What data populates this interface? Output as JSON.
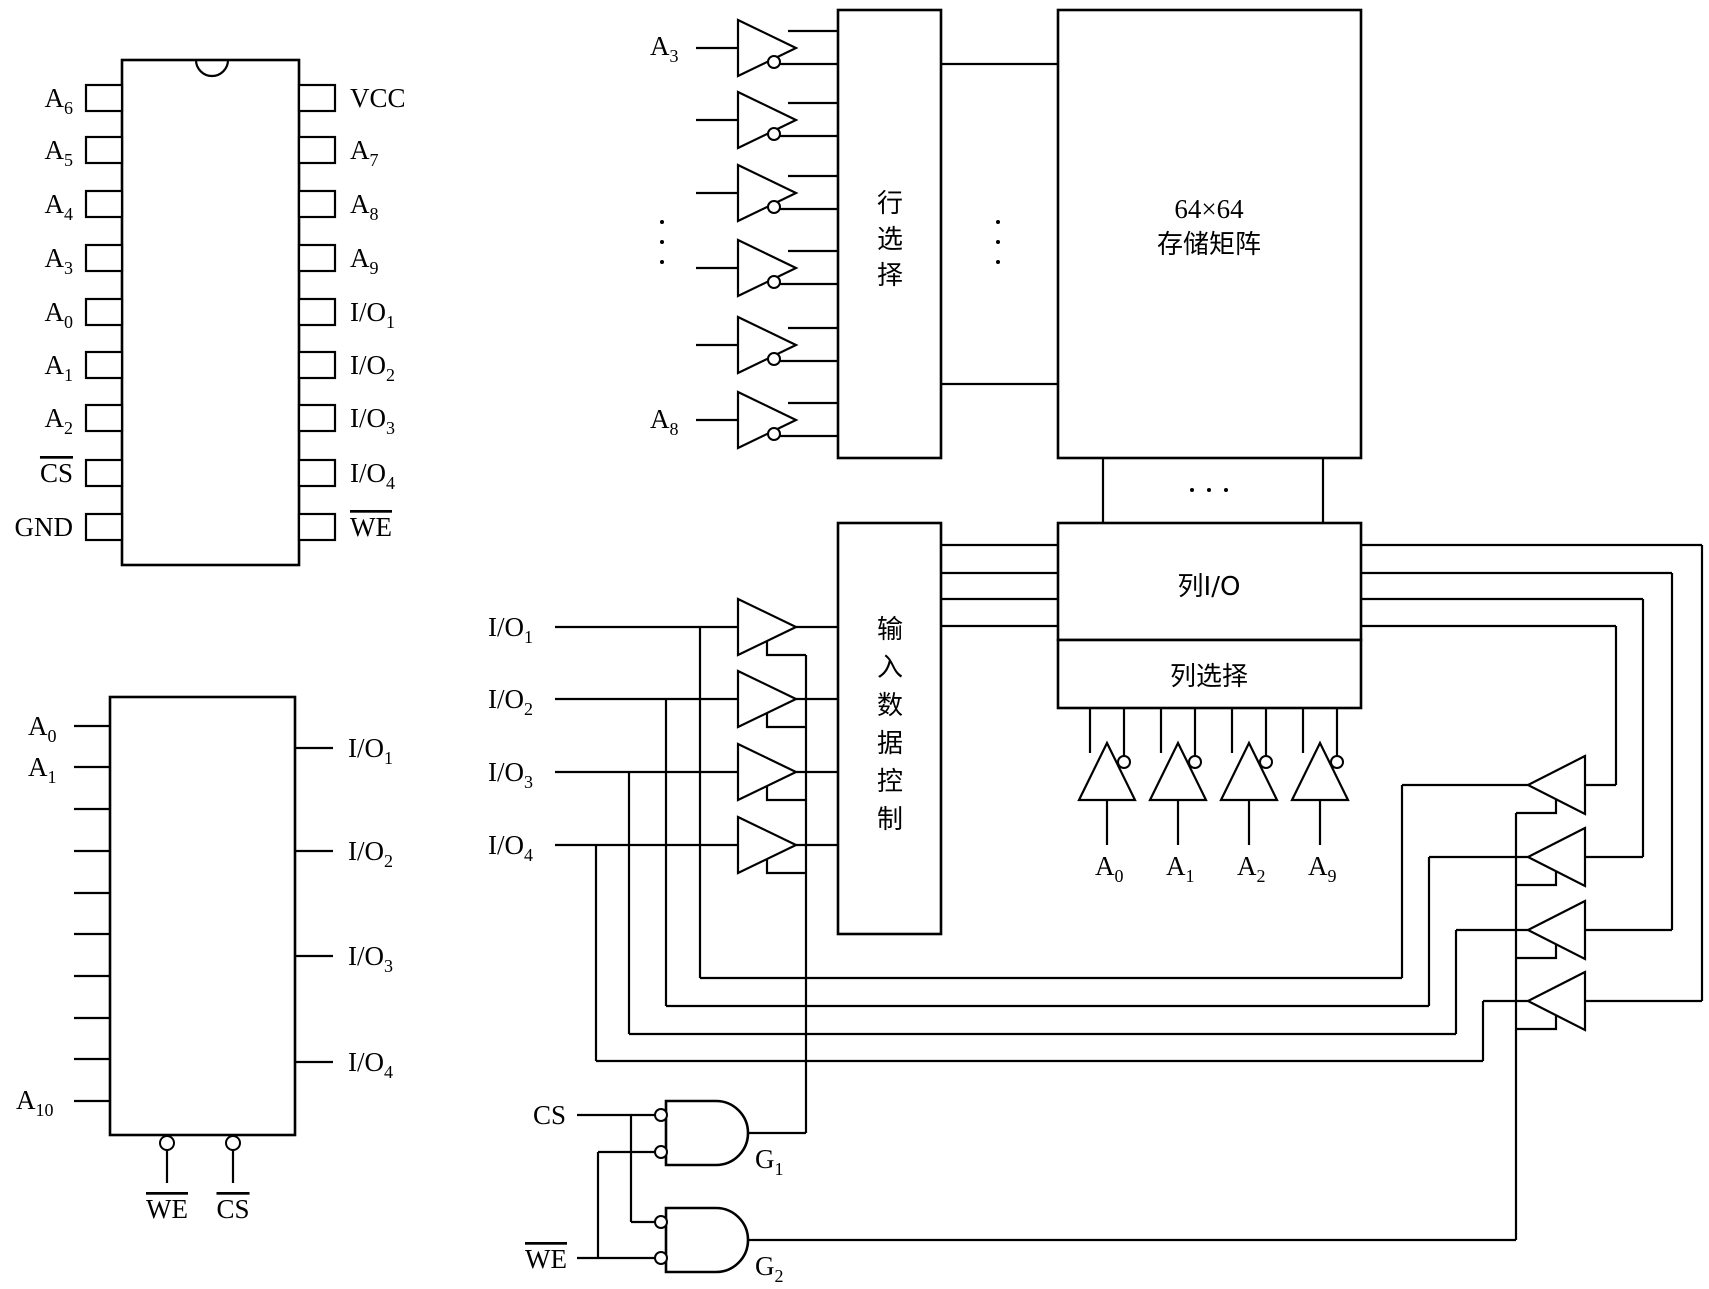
{
  "dip_pins": {
    "left": [
      {
        "base": "A",
        "sub": "6"
      },
      {
        "base": "A",
        "sub": "5"
      },
      {
        "base": "A",
        "sub": "4"
      },
      {
        "base": "A",
        "sub": "3"
      },
      {
        "base": "A",
        "sub": "0"
      },
      {
        "base": "A",
        "sub": "1"
      },
      {
        "base": "A",
        "sub": "2"
      },
      {
        "base": "CS",
        "sub": "",
        "overline": true
      },
      {
        "base": "GND",
        "sub": ""
      }
    ],
    "right": [
      {
        "base": "VCC",
        "sub": ""
      },
      {
        "base": "A",
        "sub": "7"
      },
      {
        "base": "A",
        "sub": "8"
      },
      {
        "base": "A",
        "sub": "9"
      },
      {
        "base": "I/O",
        "sub": "1"
      },
      {
        "base": "I/O",
        "sub": "2"
      },
      {
        "base": "I/O",
        "sub": "3"
      },
      {
        "base": "I/O",
        "sub": "4"
      },
      {
        "base": "WE",
        "sub": "",
        "overline": true
      }
    ]
  },
  "logic_symbol": {
    "inputs": [
      {
        "base": "A",
        "sub": "0"
      },
      {
        "base": "A",
        "sub": "1"
      },
      {
        "base": "A",
        "sub": "10"
      }
    ],
    "outputs": [
      {
        "base": "I/O",
        "sub": "1"
      },
      {
        "base": "I/O",
        "sub": "2"
      },
      {
        "base": "I/O",
        "sub": "3"
      },
      {
        "base": "I/O",
        "sub": "4"
      }
    ],
    "bottom": [
      {
        "base": "WE",
        "overline": true
      },
      {
        "base": "CS",
        "overline": true
      }
    ]
  },
  "block_diagram": {
    "row_addr_top": {
      "base": "A",
      "sub": "3"
    },
    "row_addr_bottom": {
      "base": "A",
      "sub": "8"
    },
    "row_select": "行选择",
    "matrix_line1": "64×64",
    "matrix_line2": "存储矩阵",
    "column_io": "列I/O",
    "column_select": "列选择",
    "input_data_control": "输入数据控制",
    "column_addresses": [
      {
        "base": "A",
        "sub": "0"
      },
      {
        "base": "A",
        "sub": "1"
      },
      {
        "base": "A",
        "sub": "2"
      },
      {
        "base": "A",
        "sub": "9"
      }
    ],
    "io_lines": [
      {
        "base": "I/O",
        "sub": "1"
      },
      {
        "base": "I/O",
        "sub": "2"
      },
      {
        "base": "I/O",
        "sub": "3"
      },
      {
        "base": "I/O",
        "sub": "4"
      }
    ],
    "cs": "CS",
    "we": "WE",
    "g1": {
      "base": "G",
      "sub": "1"
    },
    "g2": {
      "base": "G",
      "sub": "2"
    }
  }
}
